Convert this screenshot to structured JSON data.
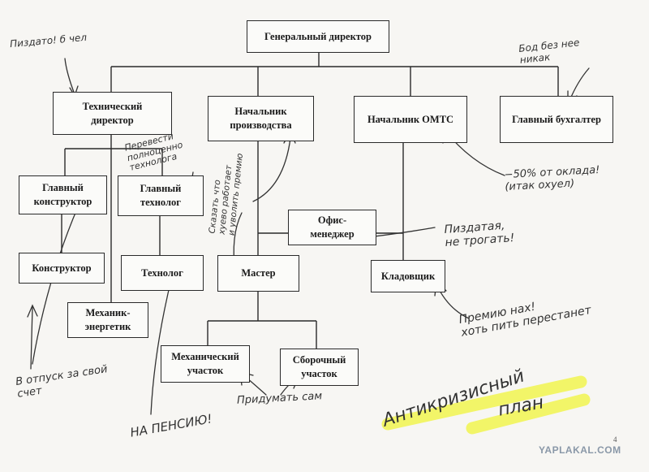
{
  "boxes": {
    "ceo": "Генеральный директор",
    "tech_director": "Технический\nдиректор",
    "production_head": "Начальник\nпроизводства",
    "omts_head": "Начальник ОМТС",
    "chief_accountant": "Главный бухгалтер",
    "chief_designer": "Главный\nконструктор",
    "chief_technologist": "Главный\nтехнолог",
    "office_manager": "Офис-\nменеджер",
    "designer": "Конструктор",
    "technologist": "Технолог",
    "master": "Мастер",
    "storekeeper": "Кладовщик",
    "mechanic": "Механик-\nэнергетик",
    "mech_section": "Механический\nучасток",
    "assembly_section": "Сборочный\nучасток"
  },
  "notes": {
    "tech_director": "Пиздато! б чел",
    "accountant": "Бод без нее\nникак",
    "chief_technologist": "Перевести\nполноценно\nтехнолога",
    "production_head": "Сказать что\nхуево работает\nи уволить премию",
    "omts": "−50% от оклада!\n(итак охуел)",
    "office_manager": "Пиздатая,\nне трогать!",
    "storekeeper": "Премию нах!\nхоть пить перестанет",
    "designer": "В отпуск за свой\nсчет",
    "technologist": "НА ПЕНСИЮ!",
    "sections": "Придумать сам",
    "plan_line1": "Антикризисный",
    "plan_line2": "план"
  },
  "page_number": "4",
  "watermark": "YAPLAKAL.COM",
  "colors": {
    "highlighter": "#f2f55a",
    "ink": "#333333",
    "box_border": "#2a2a2a"
  }
}
